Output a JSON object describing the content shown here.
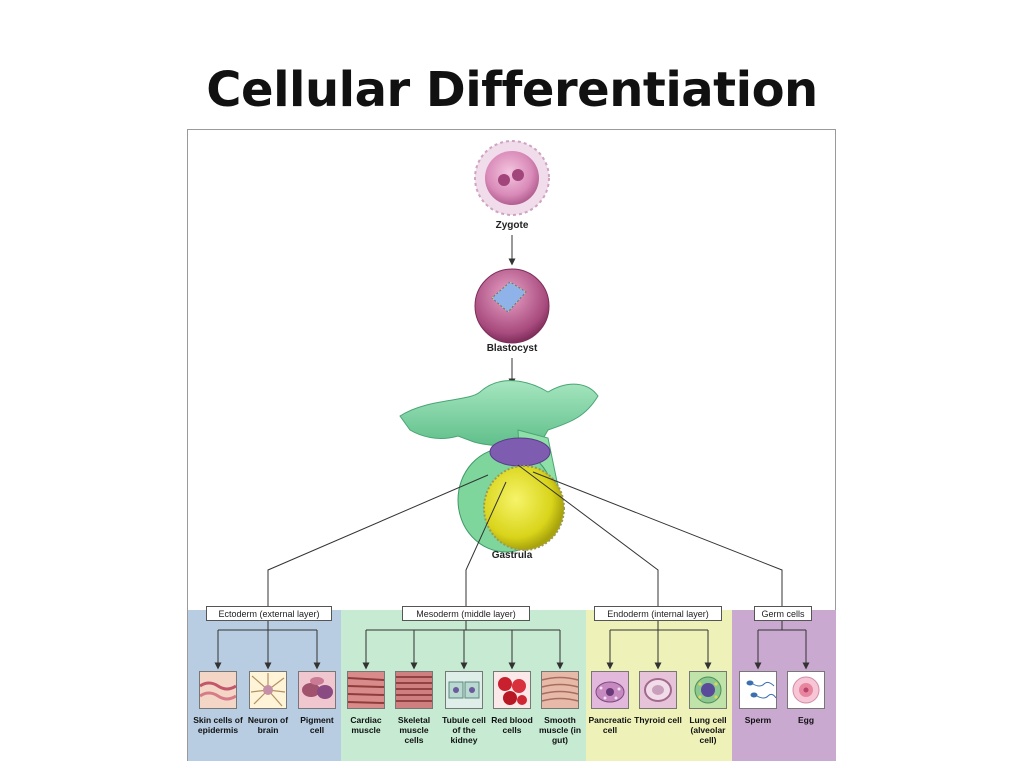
{
  "slide": {
    "title": "Cellular Differentiation"
  },
  "stages": {
    "zygote": "Zygote",
    "blastocyst": "Blastocyst",
    "gastrula": "Gastrula"
  },
  "groups": [
    {
      "label": "Ectoderm (external layer)",
      "color": "#b8cde2"
    },
    {
      "label": "Mesoderm (middle layer)",
      "color": "#c6ead2"
    },
    {
      "label": "Endoderm (internal layer)",
      "color": "#eef2b9"
    },
    {
      "label": "Germ cells",
      "color": "#c9a9d0"
    }
  ],
  "cells": [
    {
      "label": "Skin cells of epidermis",
      "icon": "skin-cell-icon"
    },
    {
      "label": "Neuron of brain",
      "icon": "neuron-icon"
    },
    {
      "label": "Pigment cell",
      "icon": "pigment-cell-icon"
    },
    {
      "label": "Cardiac muscle",
      "icon": "cardiac-muscle-icon"
    },
    {
      "label": "Skeletal muscle cells",
      "icon": "skeletal-muscle-icon"
    },
    {
      "label": "Tubule cell of the kidney",
      "icon": "tubule-cell-icon"
    },
    {
      "label": "Red blood cells",
      "icon": "red-blood-cells-icon"
    },
    {
      "label": "Smooth muscle (in gut)",
      "icon": "smooth-muscle-icon"
    },
    {
      "label": "Pancreatic cell",
      "icon": "pancreatic-cell-icon"
    },
    {
      "label": "Thyroid cell",
      "icon": "thyroid-cell-icon"
    },
    {
      "label": "Lung cell (alveolar cell)",
      "icon": "lung-cell-icon"
    },
    {
      "label": "Sperm",
      "icon": "sperm-icon"
    },
    {
      "label": "Egg",
      "icon": "egg-icon"
    }
  ]
}
